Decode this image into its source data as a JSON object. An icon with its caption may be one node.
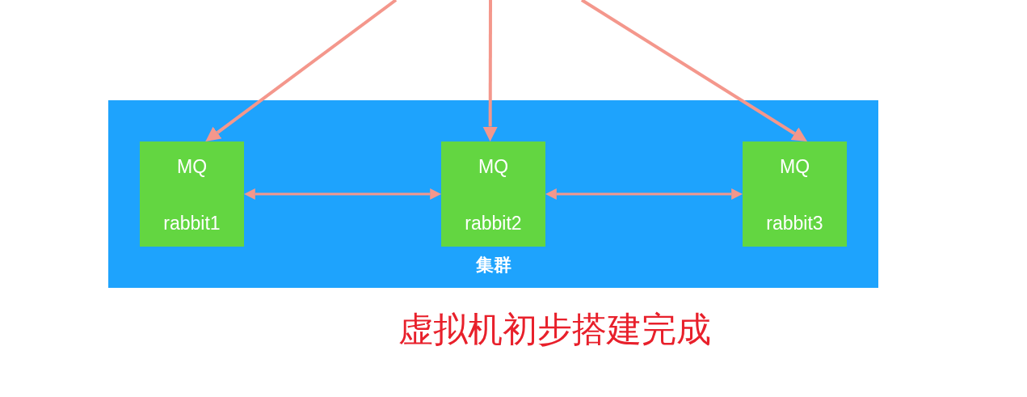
{
  "diagram": {
    "caption": "虚拟机初步搭建完成",
    "nodes": [
      {
        "text": [
          "集群"
        ]
      },
      {
        "text": [
          "MQ",
          "rabbit1"
        ],
        "in": 0
      },
      {
        "text": [
          "MQ",
          "rabbit2"
        ],
        "in": 0
      },
      {
        "text": [
          "MQ",
          "rabbit3"
        ],
        "in": 0
      }
    ],
    "edges": [
      {
        "from": null,
        "to": 1,
        "arrow": "to"
      },
      {
        "from": null,
        "to": 2,
        "arrow": "to"
      },
      {
        "from": null,
        "to": 3,
        "arrow": "to"
      },
      {
        "from": 1,
        "to": 2,
        "arrow": "both"
      },
      {
        "from": 2,
        "to": 3,
        "arrow": "both"
      }
    ]
  }
}
